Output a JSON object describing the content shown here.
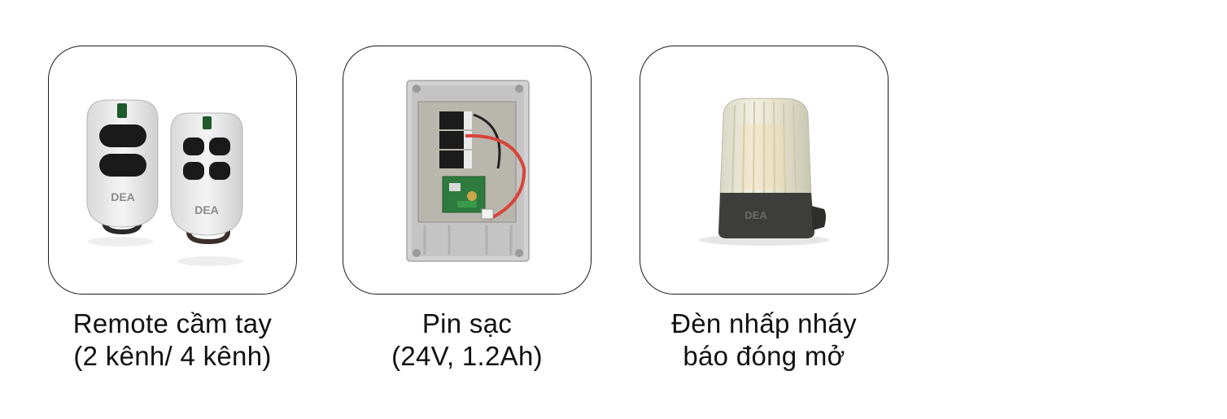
{
  "products": [
    {
      "caption_line1": "Remote cầm tay",
      "caption_line2": "(2 kênh/ 4 kênh)",
      "image": "remote-controls",
      "logo_text": "DEA"
    },
    {
      "caption_line1": "Pin sạc",
      "caption_line2": "(24V, 1.2Ah)",
      "image": "battery-box"
    },
    {
      "caption_line1": "Đèn nhấp nháy",
      "caption_line2": "báo đóng mở",
      "image": "flashing-lamp",
      "logo_text": "DEA"
    }
  ],
  "colors": {
    "border": "#1a1a1a",
    "text": "#111111",
    "background": "#ffffff"
  }
}
